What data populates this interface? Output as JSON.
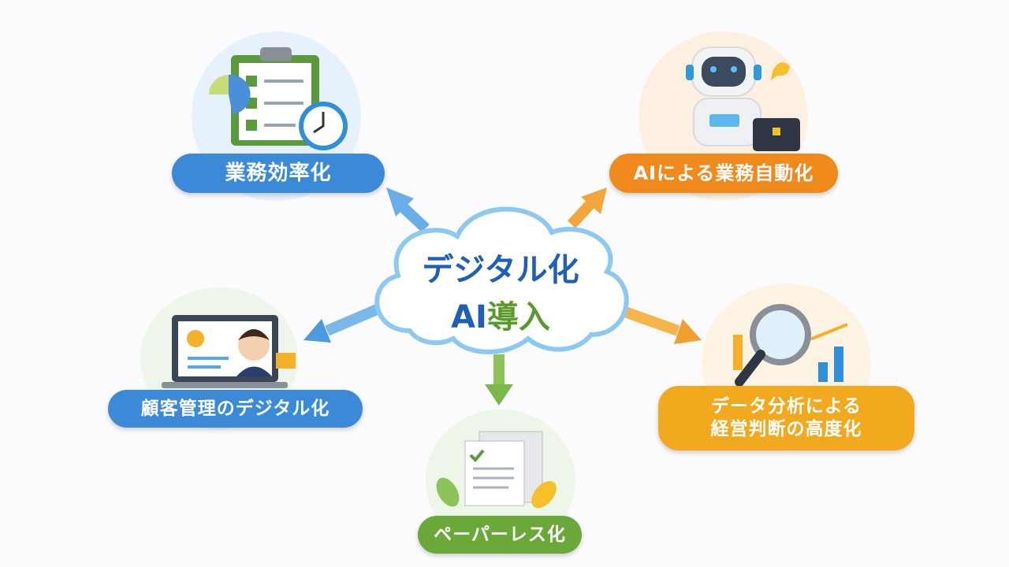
{
  "center": {
    "line1": "デジタル化",
    "line2_ai": "AI",
    "line2_rest": "導入"
  },
  "nodes": {
    "efficiency": {
      "label": "業務効率化",
      "color": "#3a8ad8"
    },
    "automation": {
      "label": "AIによる業務自動化",
      "color": "#f08a1c"
    },
    "crm": {
      "label": "顧客管理のデジタル化",
      "color": "#3a8ad8"
    },
    "analytics": {
      "line1": "データ分析による",
      "line2": "経営判断の高度化",
      "color": "#f2a91e"
    },
    "paperless": {
      "label": "ペーパーレス化",
      "color": "#6aa83a"
    }
  }
}
